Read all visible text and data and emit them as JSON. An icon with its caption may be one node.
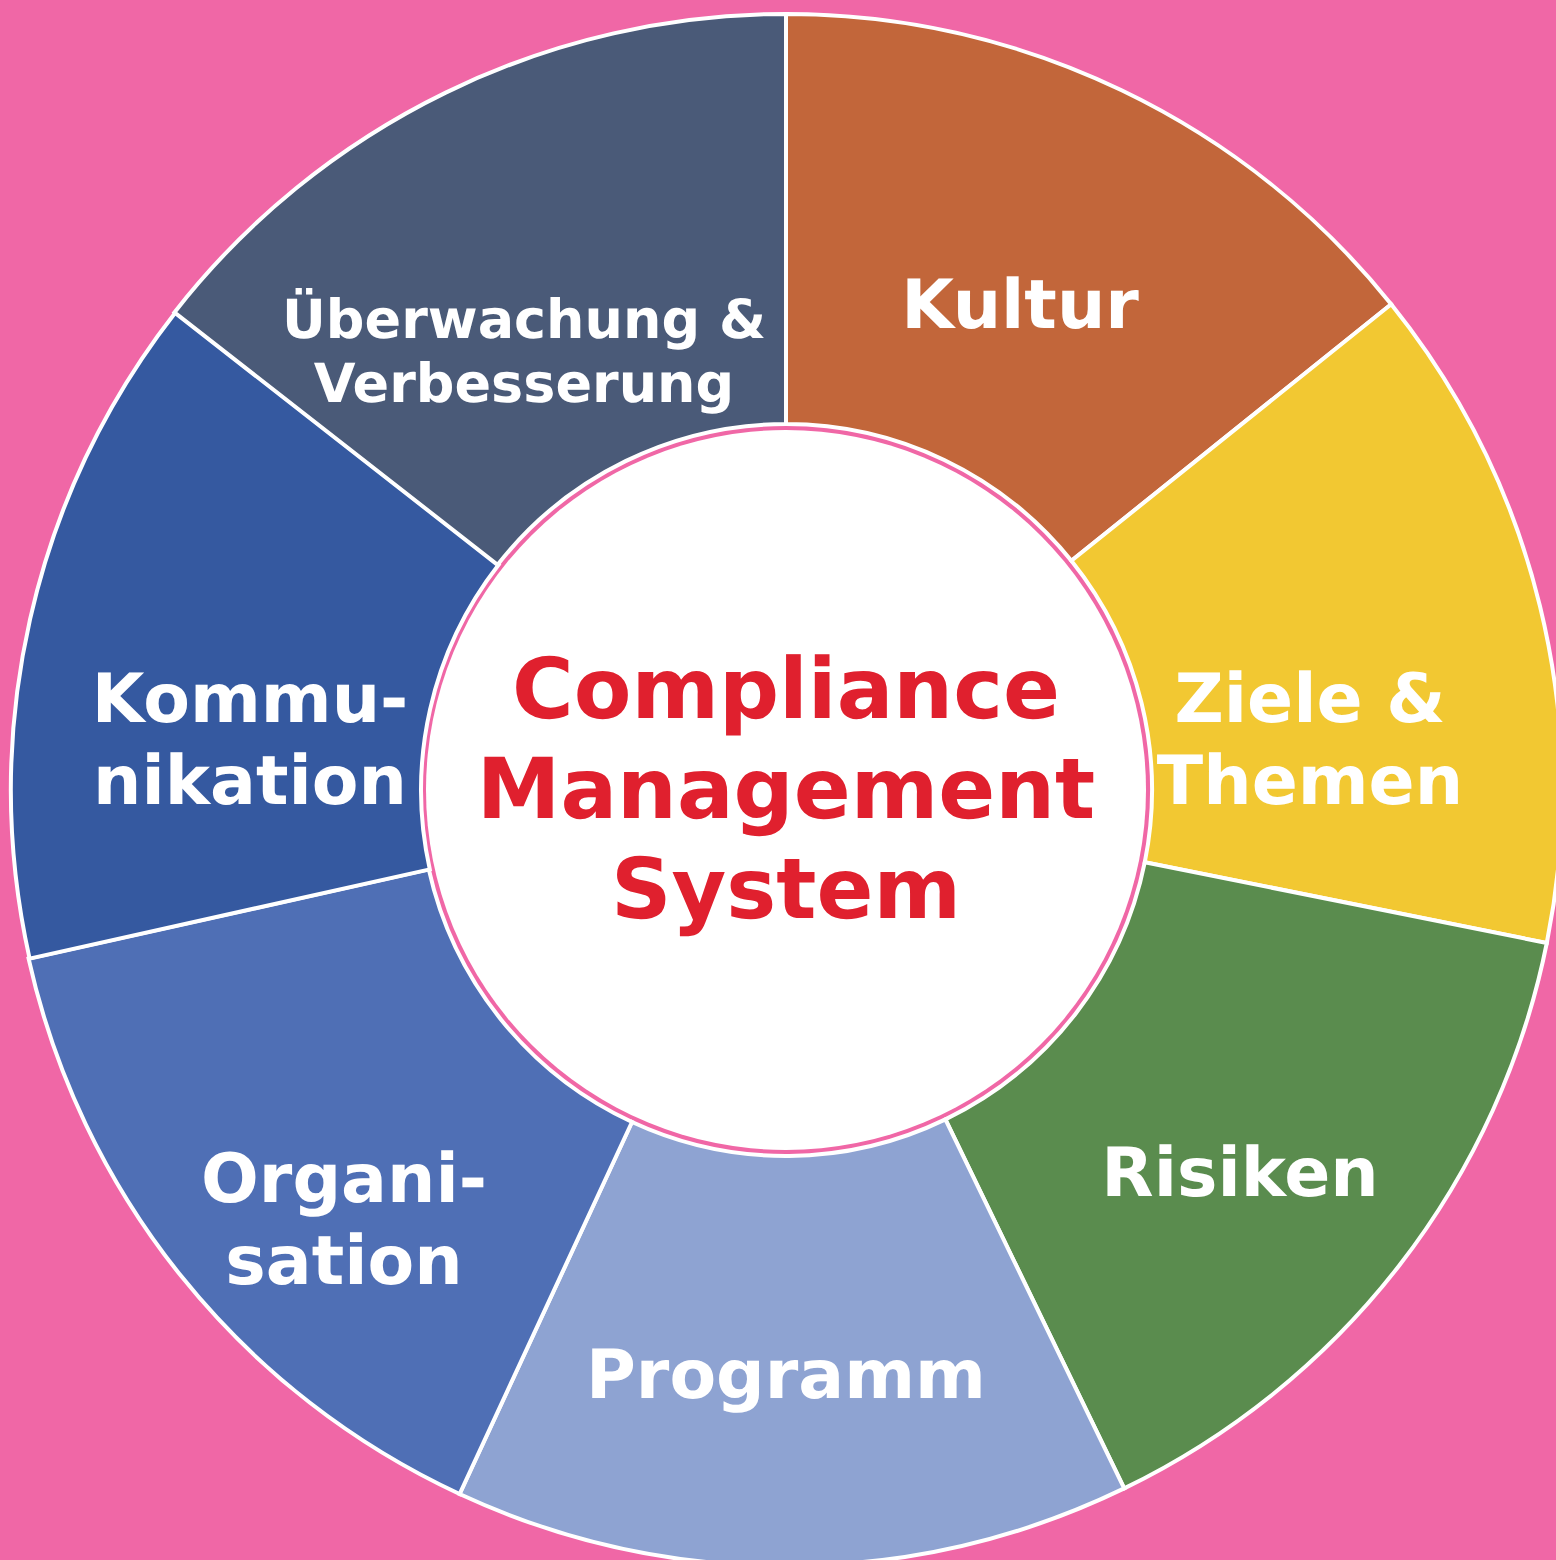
{
  "diagram": {
    "nodes": [
      {
        "text": [
          "Compliance Management System"
        ]
      },
      {
        "text": [
          "Kultur"
        ]
      },
      {
        "text": [
          "Ziele & Themen"
        ]
      },
      {
        "text": [
          "Risiken"
        ]
      },
      {
        "text": [
          "Programm"
        ]
      },
      {
        "text": [
          "Organi- sation"
        ]
      },
      {
        "text": [
          "Kommu- nikation"
        ]
      },
      {
        "text": [
          "Überwachung & Verbesserung"
        ]
      }
    ]
  }
}
